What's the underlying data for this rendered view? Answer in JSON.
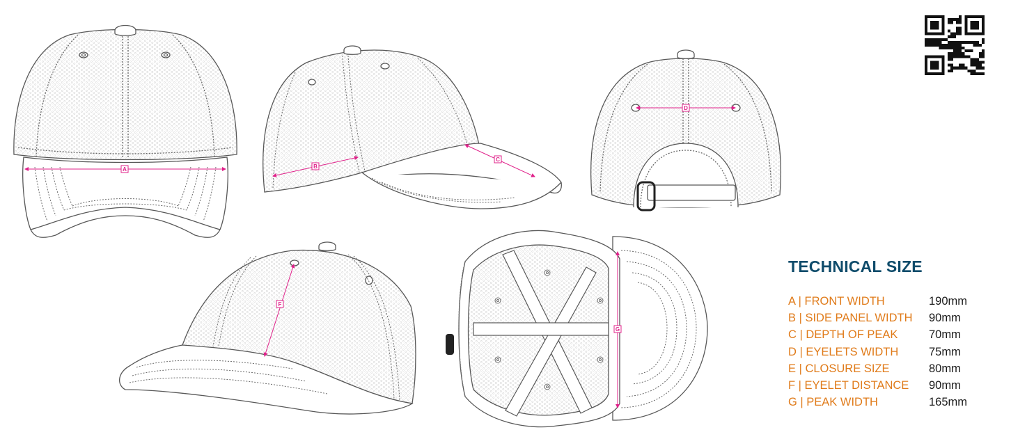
{
  "colors": {
    "outline": "#585858",
    "stitch": "#6a6a6a",
    "mesh": "#d9d9d9",
    "measure": "#e0218a",
    "title": "#0f4c6b",
    "label": "#e07b1a",
    "value": "#1b1b1b"
  },
  "views": [
    {
      "name": "front-view",
      "markers": [
        "A"
      ]
    },
    {
      "name": "side-view",
      "markers": [
        "B",
        "C"
      ]
    },
    {
      "name": "back-view",
      "markers": [
        "D"
      ]
    },
    {
      "name": "angled-view",
      "markers": [
        "F"
      ]
    },
    {
      "name": "underside-view",
      "markers": [
        "G"
      ]
    }
  ],
  "qr_code": {
    "icon": "qr-code-icon"
  },
  "spec": {
    "title": "TECHNICAL SIZE",
    "rows": [
      {
        "label": "A | FRONT WIDTH",
        "value": "190mm"
      },
      {
        "label": "B | SIDE PANEL WIDTH",
        "value": "90mm"
      },
      {
        "label": "C | DEPTH OF PEAK",
        "value": "70mm"
      },
      {
        "label": "D | EYELETS WIDTH",
        "value": "75mm"
      },
      {
        "label": "E | CLOSURE SIZE",
        "value": "80mm"
      },
      {
        "label": "F | EYELET DISTANCE",
        "value": "90mm"
      },
      {
        "label": "G | PEAK WIDTH",
        "value": "165mm"
      }
    ]
  }
}
